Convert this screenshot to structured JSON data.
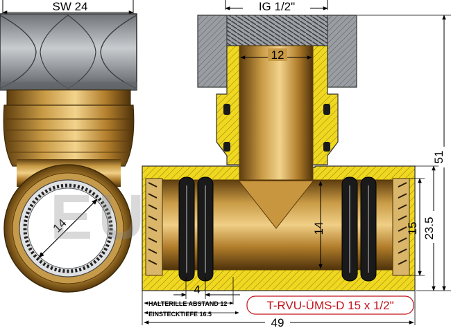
{
  "watermark": "EUROTEK",
  "product_label": "T-RVU-ÜMS-D 15 x 1/2\"",
  "dimensions": {
    "sw": "SW 24",
    "ig": "IG 1/2\"",
    "bore_top": "12",
    "bore_main": "14",
    "bore_front": "14",
    "height_total": "51",
    "pipe_od": "15",
    "body_height": "23.5",
    "groove_offset": "4",
    "groove_distance": "HALTERILLE ABSTAND 12",
    "insertion_depth": "EINSTECKTIEFE 16.5",
    "length_total": "49"
  },
  "colors": {
    "brass": "#b8862f",
    "brass_dark": "#6e4a14",
    "section_yellow": "#f0d820",
    "steel": "#8e9296",
    "oring": "#1a1a1a",
    "label_red": "#c0141c"
  }
}
